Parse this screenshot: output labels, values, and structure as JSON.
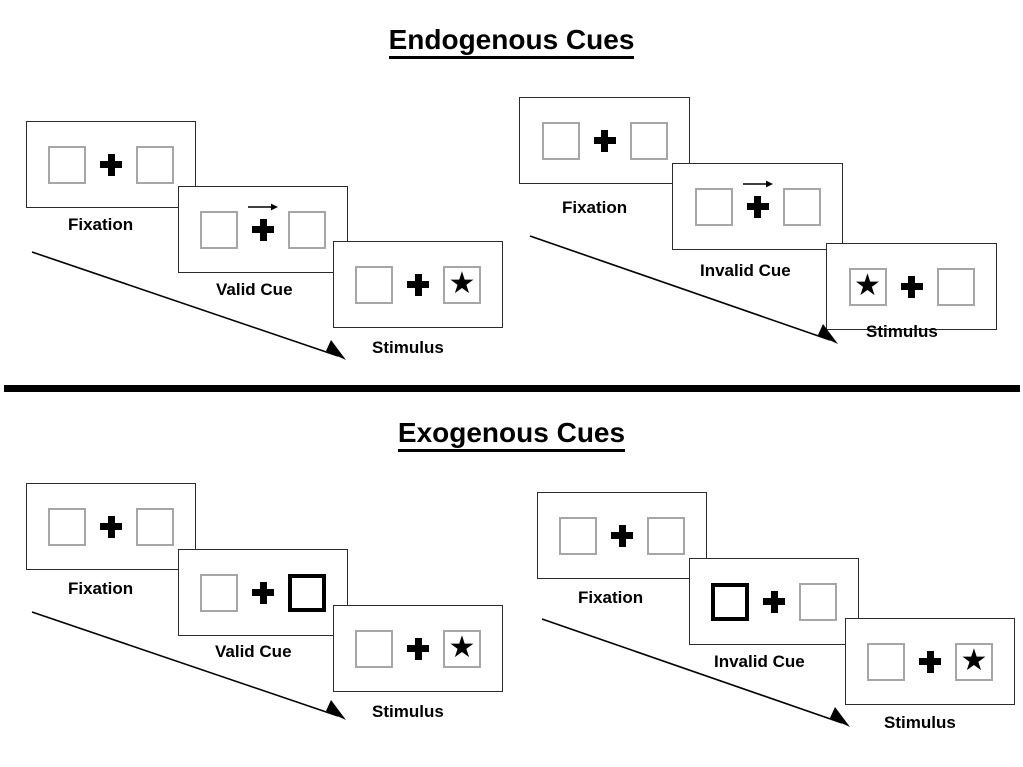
{
  "page": {
    "background": "#ffffff",
    "ink": "#000000",
    "box_border_color": "#a6a6a6",
    "cued_box_border_color": "#000000",
    "frame_border_color": "#2b2b2b"
  },
  "sections": [
    {
      "id": "endogenous",
      "title": "Endogenous Cues",
      "columns": [
        {
          "id": "endogenous-valid",
          "frames": [
            {
              "id": "endo-valid-fixation",
              "label": "Fixation",
              "left_box": "empty",
              "right_box": "empty",
              "arrow_cue": "none"
            },
            {
              "id": "endo-valid-cue",
              "label": "Valid Cue",
              "left_box": "empty",
              "right_box": "empty",
              "arrow_cue": "right"
            },
            {
              "id": "endo-valid-stimulus",
              "label": "Stimulus",
              "left_box": "empty",
              "right_box": "star",
              "arrow_cue": "none"
            }
          ]
        },
        {
          "id": "endogenous-invalid",
          "frames": [
            {
              "id": "endo-invalid-fixation",
              "label": "Fixation",
              "left_box": "empty",
              "right_box": "empty",
              "arrow_cue": "none"
            },
            {
              "id": "endo-invalid-cue",
              "label": "Invalid Cue",
              "left_box": "empty",
              "right_box": "empty",
              "arrow_cue": "right"
            },
            {
              "id": "endo-invalid-stimulus",
              "label": "Stimulus",
              "left_box": "star",
              "right_box": "empty",
              "arrow_cue": "none"
            }
          ]
        }
      ]
    },
    {
      "id": "exogenous",
      "title": "Exogenous Cues",
      "columns": [
        {
          "id": "exogenous-valid",
          "frames": [
            {
              "id": "exo-valid-fixation",
              "label": "Fixation",
              "left_box": "empty",
              "right_box": "empty",
              "arrow_cue": "none"
            },
            {
              "id": "exo-valid-cue",
              "label": "Valid Cue",
              "left_box": "empty",
              "right_box": "cued",
              "arrow_cue": "none"
            },
            {
              "id": "exo-valid-stimulus",
              "label": "Stimulus",
              "left_box": "empty",
              "right_box": "star",
              "arrow_cue": "none"
            }
          ]
        },
        {
          "id": "exogenous-invalid",
          "frames": [
            {
              "id": "exo-invalid-fixation",
              "label": "Fixation",
              "left_box": "empty",
              "right_box": "empty",
              "arrow_cue": "none"
            },
            {
              "id": "exo-invalid-cue",
              "label": "Invalid Cue",
              "left_box": "cued",
              "right_box": "empty",
              "arrow_cue": "none"
            },
            {
              "id": "exo-invalid-stimulus",
              "label": "Stimulus",
              "left_box": "empty",
              "right_box": "star",
              "arrow_cue": "none"
            }
          ]
        }
      ]
    }
  ],
  "glyphs": {
    "star": "★",
    "time_arrow_name": "time-flow-arrow",
    "cue_arrow_name": "cue-arrow-right"
  }
}
